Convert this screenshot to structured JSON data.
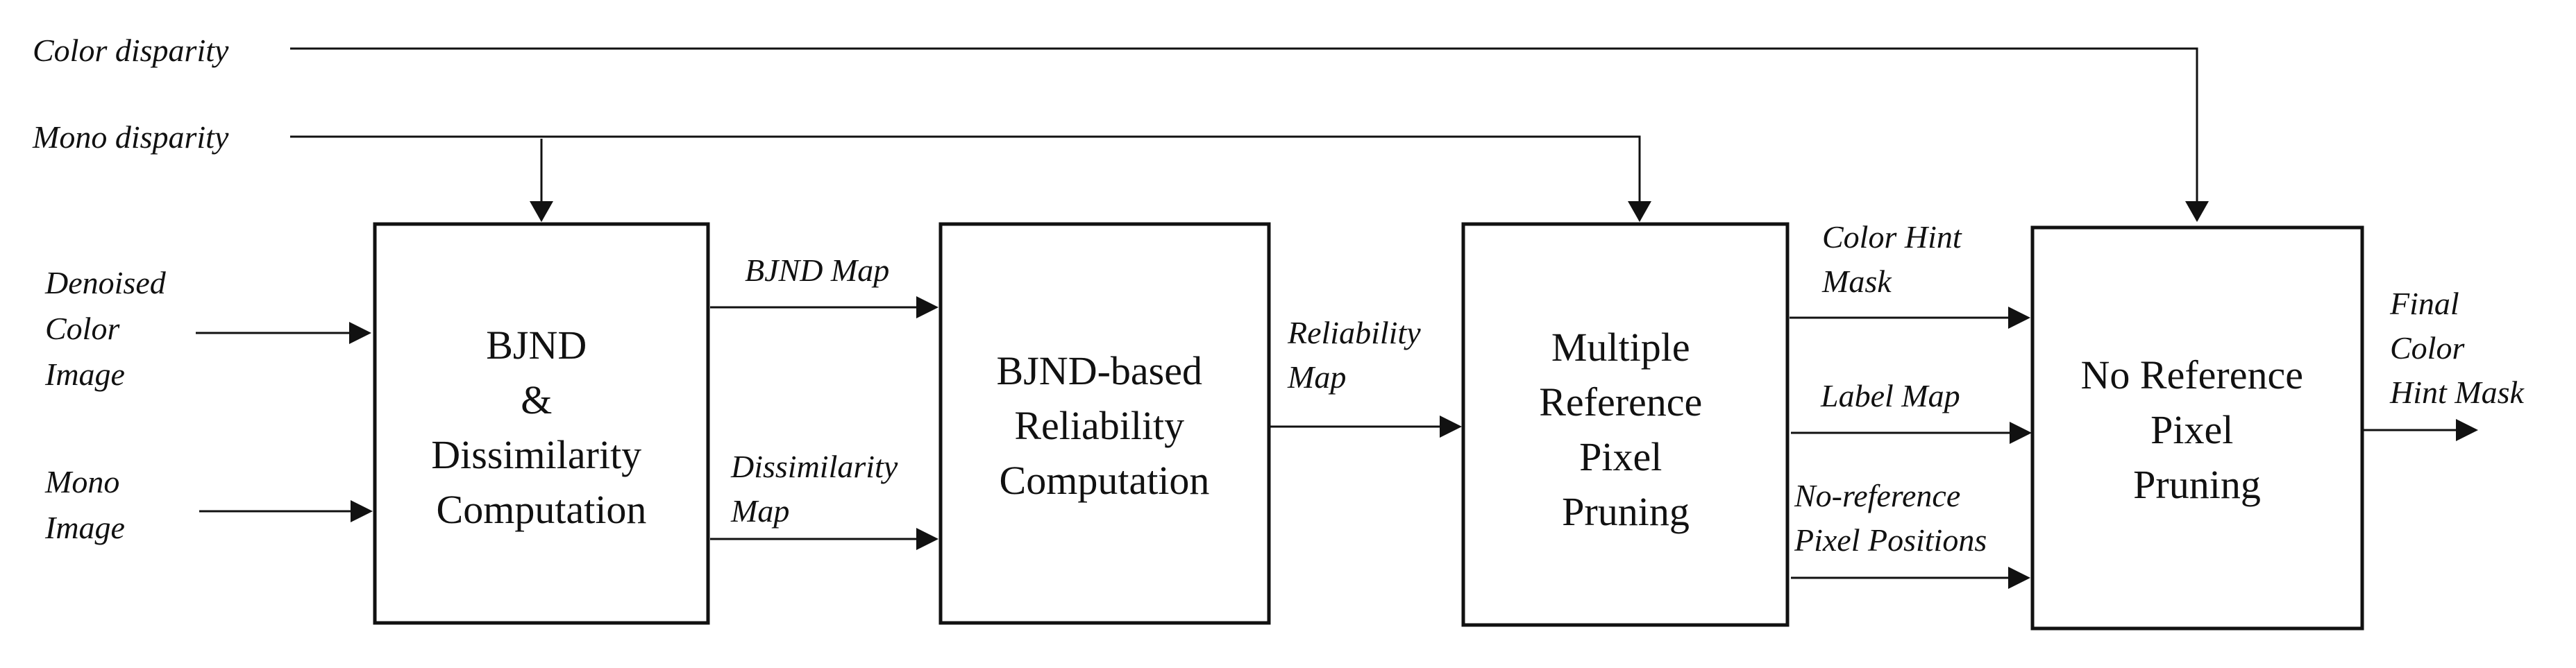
{
  "inputs": {
    "color_disparity": "Color disparity",
    "mono_disparity": "Mono disparity",
    "denoised_color_image": [
      "Denoised",
      "Color",
      "Image"
    ],
    "mono_image": [
      "Mono",
      "Image"
    ]
  },
  "blocks": {
    "bjnd_dissimilarity": [
      "BJND",
      "&",
      "Dissimilarity",
      "Computation"
    ],
    "bjnd_reliability": [
      "BJND-based",
      "Reliability",
      "Computation"
    ],
    "multiple_reference_pruning": [
      "Multiple",
      "Reference",
      "Pixel",
      "Pruning"
    ],
    "no_reference_pruning": [
      "No Reference",
      "Pixel",
      "Pruning"
    ]
  },
  "edges": {
    "bjnd_map": [
      "BJND Map"
    ],
    "dissimilarity_map": [
      "Dissimilarity",
      "Map"
    ],
    "reliability_map": [
      "Reliability",
      "Map"
    ],
    "color_hint_mask": [
      "Color Hint",
      "Mask"
    ],
    "label_map": [
      "Label Map"
    ],
    "no_reference_positions": [
      "No-reference",
      "Pixel Positions"
    ]
  },
  "output": {
    "final_color_hint_mask": [
      "Final",
      "Color",
      "Hint Mask"
    ]
  }
}
